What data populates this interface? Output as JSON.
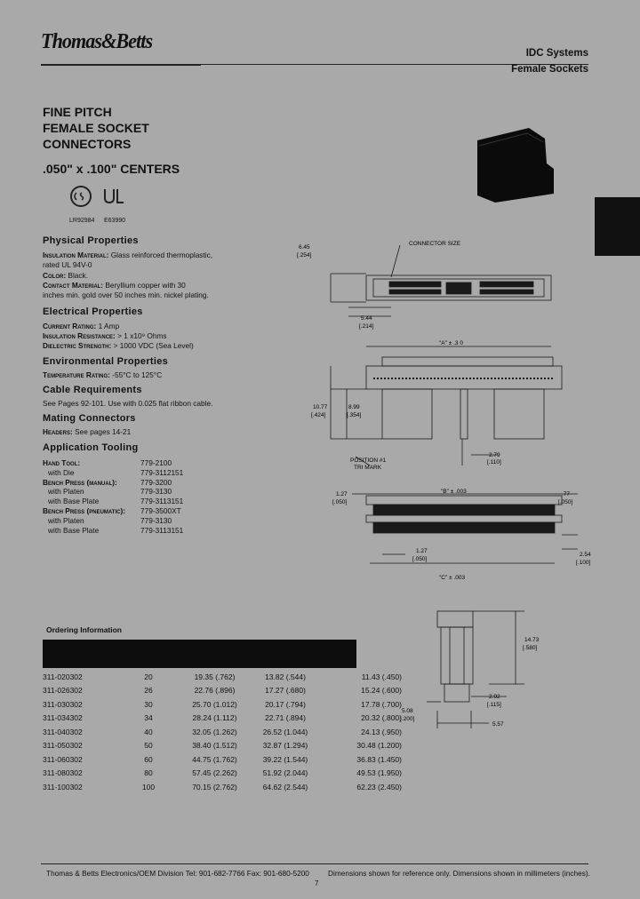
{
  "header": {
    "logo": "Thomas&Betts",
    "category": "IDC Systems",
    "subcategory": "Female Sockets"
  },
  "title_lines": [
    "FINE PITCH",
    "FEMALE SOCKET",
    "CONNECTORS"
  ],
  "centers": ".050\" x .100\" CENTERS",
  "certs": {
    "csa": "LR92984",
    "ul": "E63990"
  },
  "physical": {
    "heading": "Physical Properties",
    "insulation_label": "Insulation Material:",
    "insulation_text": "Glass reinforced thermoplastic,",
    "insulation_text2": "rated UL 94V-0",
    "color_label": "Color:",
    "color_value": "Black.",
    "contact_label": "Contact Material:",
    "contact_text": "Beryllium copper with 30",
    "contact_text2": "inches min. gold over 50 inches min. nickel plating."
  },
  "electrical": {
    "heading": "Electrical Properties",
    "current_label": "Current Rating:",
    "current_value": "1 Amp",
    "insres_label": "Insulation Resistance:",
    "insres_value": "> 1 x10⁹ Ohms",
    "diel_label": "Dielectric Strength:",
    "diel_value": "> 1000 VDC (Sea Level)"
  },
  "environmental": {
    "heading": "Environmental Properties",
    "temp_label": "Temperature Rating:",
    "temp_value": "-55°C to 125°C"
  },
  "cable": {
    "heading": "Cable Requirements",
    "text": "See Pages 92-101. Use with 0.025 flat ribbon cable."
  },
  "mating": {
    "heading": "Mating Connectors",
    "label": "Headers:",
    "value": "See pages 14-21"
  },
  "tooling": {
    "heading": "Application Tooling",
    "rows": [
      {
        "label": "Hand Tool:",
        "value": "779-2100",
        "sc": true
      },
      {
        "label": "with Die",
        "value": "779-3112151",
        "sc": false
      },
      {
        "label": "Bench Press (manual):",
        "value": "779-3200",
        "sc": true
      },
      {
        "label": "with Platen",
        "value": "779-3130",
        "sc": false
      },
      {
        "label": "with Base Plate",
        "value": "779-3113151",
        "sc": false
      },
      {
        "label": "Bench Press (pneumatic):",
        "value": "779-3500XT",
        "sc": true
      },
      {
        "label": "with Platen",
        "value": "779-3130",
        "sc": false
      },
      {
        "label": "with Base Plate",
        "value": "779-3113151",
        "sc": false
      }
    ]
  },
  "ordering": {
    "heading": "Ordering Information",
    "rows": [
      {
        "pn": "311-020302",
        "pos": "20",
        "a": "19.35 (.762)",
        "b": "13.82 (.544)",
        "c": "11.43 (.450)"
      },
      {
        "pn": "311-026302",
        "pos": "26",
        "a": "22.76 (.896)",
        "b": "17.27 (.680)",
        "c": "15.24 (.600)"
      },
      {
        "pn": "311-030302",
        "pos": "30",
        "a": "25.70 (1.012)",
        "b": "20.17 (.794)",
        "c": "17.78 (.700)"
      },
      {
        "pn": "311-034302",
        "pos": "34",
        "a": "28.24 (1.112)",
        "b": "22.71 (.894)",
        "c": "20.32 (.800)"
      },
      {
        "pn": "311-040302",
        "pos": "40",
        "a": "32.05 (1.262)",
        "b": "26.52 (1.044)",
        "c": "24.13 (.950)"
      },
      {
        "pn": "311-050302",
        "pos": "50",
        "a": "38.40 (1.512)",
        "b": "32.87 (1.294)",
        "c": "30.48 (1.200)"
      },
      {
        "pn": "311-060302",
        "pos": "60",
        "a": "44.75 (1.762)",
        "b": "39.22 (1.544)",
        "c": "36.83 (1.450)"
      },
      {
        "pn": "311-080302",
        "pos": "80",
        "a": "57.45 (2.262)",
        "b": "51.92 (2.044)",
        "c": "49.53 (1.950)"
      },
      {
        "pn": "311-100302",
        "pos": "100",
        "a": "70.15 (2.762)",
        "b": "64.62 (2.544)",
        "c": "62.23 (2.450)"
      }
    ]
  },
  "diagram": {
    "connector_size": "CONNECTOR SIZE",
    "d1": "6.45",
    "d1i": "[.254]",
    "d2": "5.44",
    "d2i": "[.214]",
    "dimA": "\"A\" ± .3 0",
    "d3": "10.77",
    "d3i": "[.424]",
    "d4": "8.99",
    "d4i": "[.354]",
    "position1": "POSITION #1",
    "position1b": "TRI MARK",
    "d5": "2.79",
    "d5i": "[.110]",
    "d6": "1.27",
    "d6i": "[.050]",
    "dimB": "\"B\" ± .003",
    "d7": ".77",
    "d7i": "[.050]",
    "d8": "2.54",
    "d8i": "[.100]",
    "d9": "1.27",
    "d9i": "[.050]",
    "dimC": "\"C\" ± .003",
    "d10": "14.73",
    "d10i": "[.580]",
    "d11": "2.92",
    "d11i": "[.115]",
    "d12": "5.08",
    "d12i": "[.200]",
    "d13": "5.57"
  },
  "footer": {
    "left": "Thomas & Betts Electronics/OEM Division  Tel: 901-682-7766  Fax: 901-680-5200",
    "right": "Dimensions shown for reference only. Dimensions shown in millimeters (inches).",
    "page": "7"
  }
}
